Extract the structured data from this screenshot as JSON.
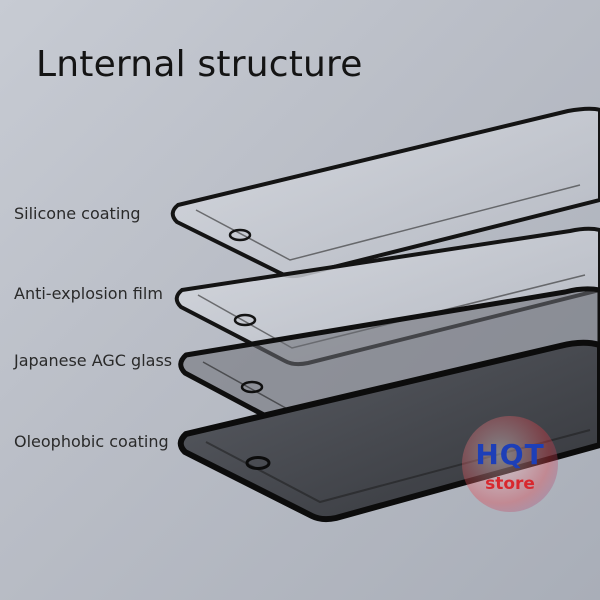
{
  "title": "Lnternal structure",
  "layers": [
    {
      "label": "Silicone coating"
    },
    {
      "label": "Anti-explosion film"
    },
    {
      "label": "Japanese AGC glass"
    },
    {
      "label": "Oleophobic coating"
    }
  ],
  "watermark": {
    "top": "HQT",
    "bottom": "store"
  },
  "colors": {
    "background": "#bfc3cb",
    "frame": "#111111",
    "text": "#1a1a1a"
  }
}
